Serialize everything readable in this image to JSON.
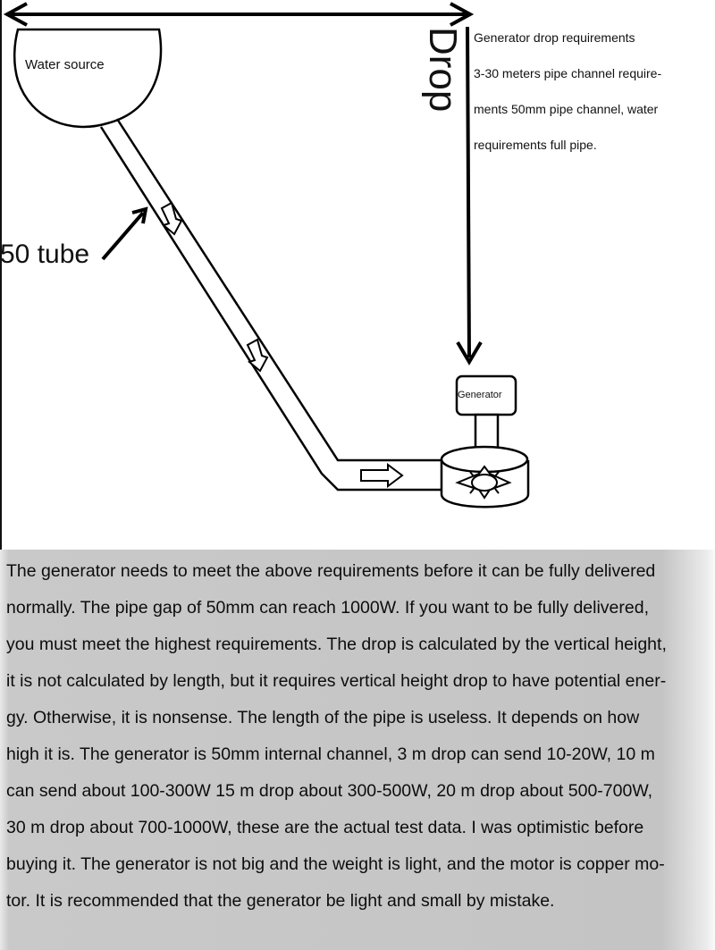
{
  "diagram": {
    "water_source_label": "Water source",
    "tube_label": "50 tube",
    "drop_label": "Drop",
    "generator_label": "Generator",
    "requirements_lines": [
      "Generator drop requirements",
      "3-30 meters pipe channel require-",
      "ments 50mm pipe channel, water",
      "requirements full pipe."
    ],
    "icons": [
      "double-arrow",
      "flow-arrow",
      "turbine-wheel"
    ]
  },
  "description_lines": [
    "The generator needs to meet the above requirements before it can be fully delivered",
    "normally. The pipe gap of 50mm can reach 1000W. If you want to be fully delivered,",
    "you must meet the highest requirements. The drop is calculated by the vertical height,",
    "it is not calculated by length, but it requires vertical height drop to have potential ener-",
    "gy. Otherwise, it is nonsense. The length of the pipe is useless. It depends on how",
    "high it is. The generator is 50mm internal channel, 3 m drop can send 10-20W, 10 m",
    "can send about 100-300W 15 m drop about 300-500W, 20 m drop about 500-700W,",
    "30 m drop about 700-1000W, these are the actual test data. I was optimistic before",
    "buying it. The generator is not big and the weight is light, and the motor is copper mo-",
    "tor. It is recommended that the generator be light and small by mistake."
  ]
}
